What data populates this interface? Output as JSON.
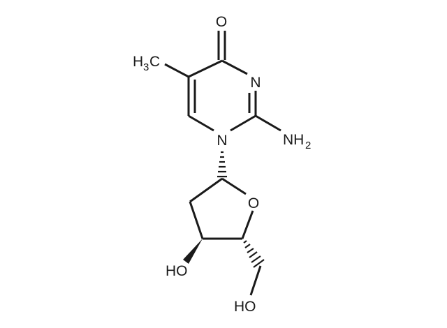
{
  "molecule": {
    "atoms": {
      "carbonyl_oxygen": "O",
      "ring_nitrogen_3": "N",
      "ring_nitrogen_1": "N",
      "ring_oxygen": "O",
      "methyl": {
        "main": "H",
        "sub": "3",
        "tail": "C"
      },
      "amino": {
        "main": "NH",
        "sub": "2"
      },
      "hydroxyl_3": "HO",
      "hydroxyl_5": "HO"
    }
  }
}
